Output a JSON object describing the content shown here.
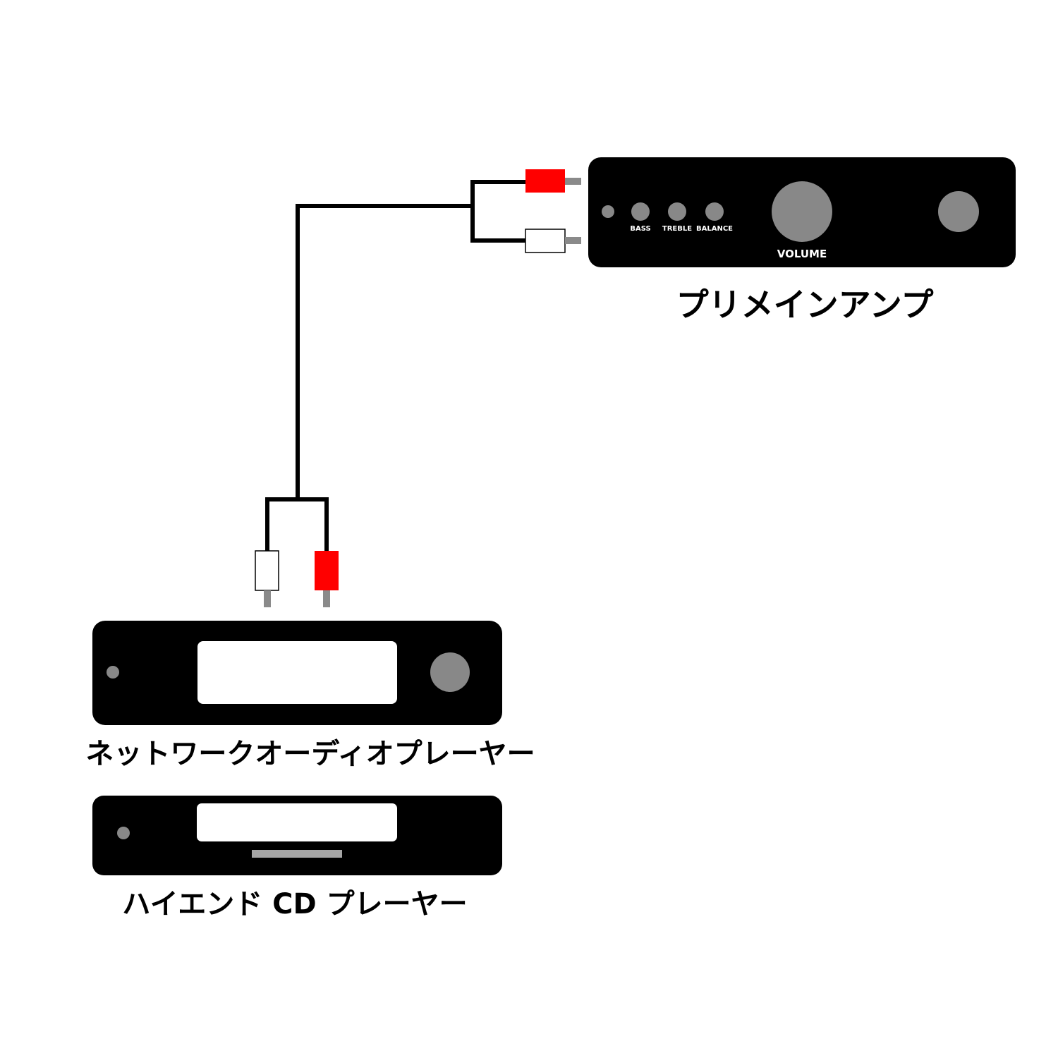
{
  "amplifier": {
    "label": "プリメインアンプ",
    "knobs": [
      "BASS",
      "TREBLE",
      "BALANCE"
    ],
    "volume_label": "VOLUME"
  },
  "network_player": {
    "label": "ネットワークオーディオプレーヤー"
  },
  "cd_player": {
    "label": "ハイエンド CD プレーヤー"
  },
  "colors": {
    "device_body": "#000000",
    "control_gray": "#888888",
    "plug_tip_gray": "#8a8a8a",
    "connector_red": "#ff0000",
    "connector_white": "#ffffff",
    "display_window": "#ffffff",
    "cd_tray": "#a6a6a6",
    "cable": "#000000"
  },
  "icons": [
    "rca-plug-red",
    "rca-plug-white",
    "power-indicator",
    "volume-knob"
  ]
}
